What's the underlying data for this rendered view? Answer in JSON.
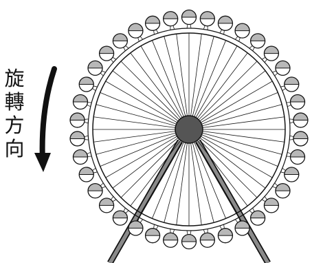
{
  "label": {
    "chars": [
      "旋",
      "轉",
      "方",
      "向"
    ]
  },
  "wheel": {
    "gondola_count": 38,
    "spoke_count": 48
  },
  "colors": {
    "stroke": "#111111",
    "gondola_top": "#b8b8b8",
    "gondola_bottom": "#ffffff",
    "hub": "#555555",
    "support": "#8a8a8a"
  }
}
